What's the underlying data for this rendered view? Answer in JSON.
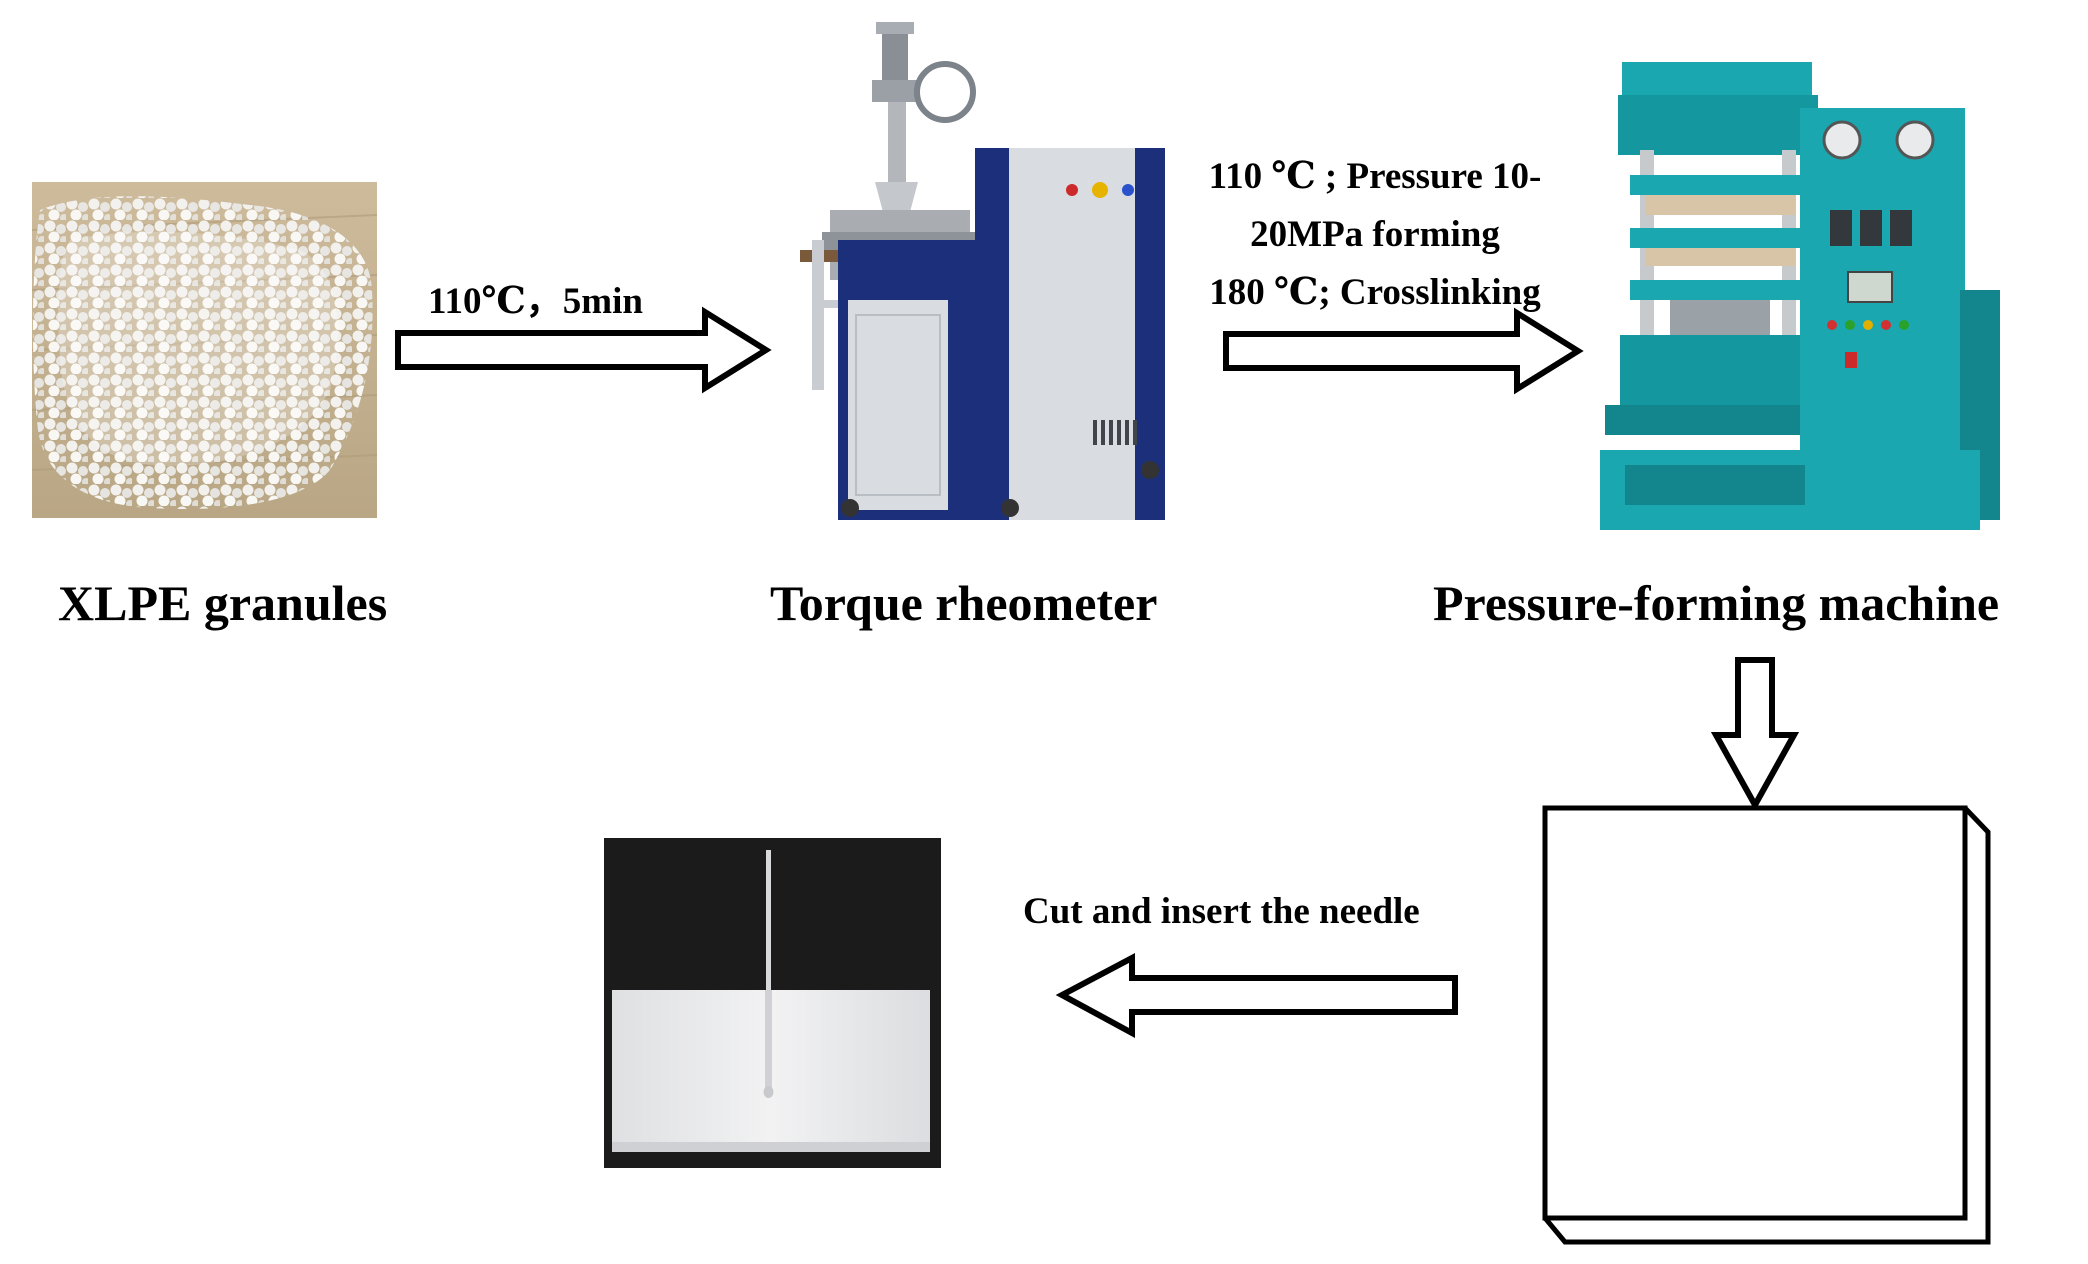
{
  "nodes": {
    "granules": {
      "caption": "XLPE granules"
    },
    "rheometer": {
      "caption": "Torque rheometer"
    },
    "press": {
      "caption": "Pressure-forming machine"
    }
  },
  "steps": {
    "mixing": {
      "label": "110℃，5min"
    },
    "forming": {
      "line1": "110 ℃ ; Pressure 10-",
      "line2": "20MPa forming",
      "line3": "180 ℃; Crosslinking"
    },
    "cutting": {
      "label": "Cut and insert the needle"
    }
  },
  "colors": {
    "press_teal": "#1aa7b0",
    "rheometer_blue": "#1c2f7a",
    "rheometer_panel": "#d9dde2",
    "granule_bg": "#c9b79a",
    "photo_dark": "#1b1b1b",
    "sample_white": "#e9eaec"
  }
}
